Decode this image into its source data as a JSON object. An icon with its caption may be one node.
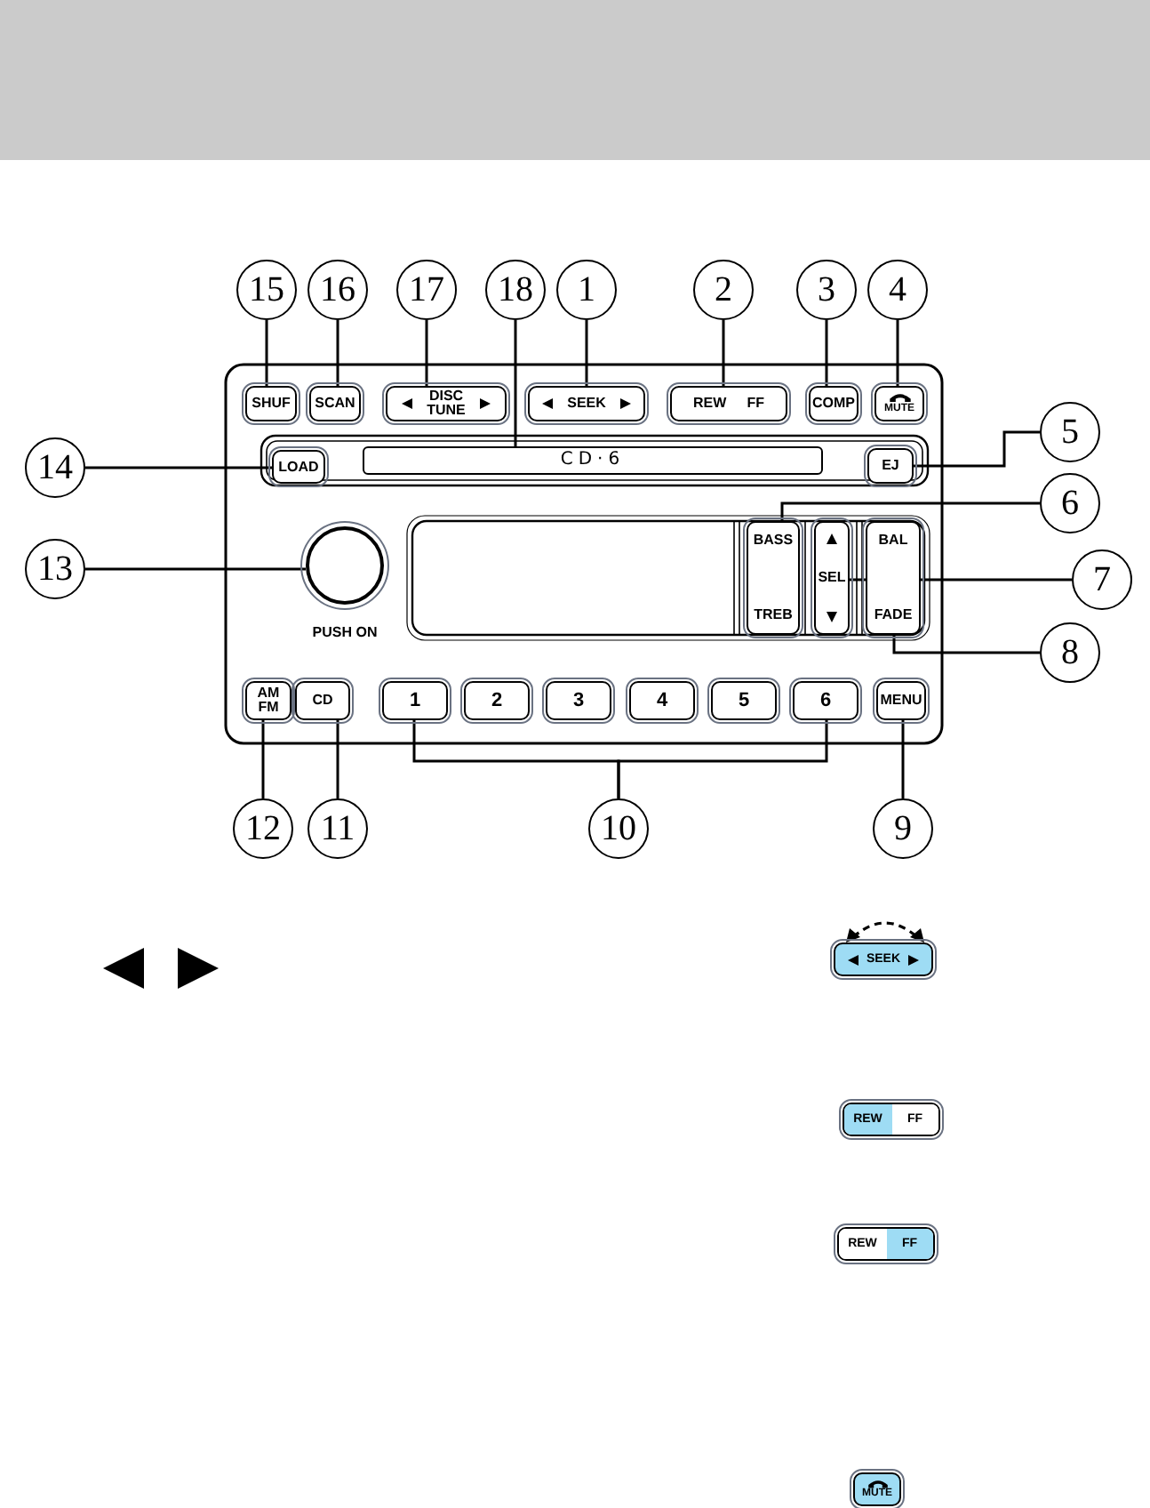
{
  "diagram": {
    "nodes": [
      {
        "text": [
          "15"
        ]
      },
      {
        "text": [
          "16"
        ]
      },
      {
        "text": [
          "17"
        ]
      },
      {
        "text": [
          "18"
        ]
      },
      {
        "text": [
          "1"
        ]
      },
      {
        "text": [
          "2"
        ]
      },
      {
        "text": [
          "3"
        ]
      },
      {
        "text": [
          "4"
        ]
      },
      {
        "text": [
          "14"
        ]
      },
      {
        "text": [
          "5"
        ]
      },
      {
        "text": [
          "6"
        ]
      },
      {
        "text": [
          "13"
        ]
      },
      {
        "text": [
          "7"
        ]
      },
      {
        "text": [
          "8"
        ]
      },
      {
        "text": [
          "12"
        ]
      },
      {
        "text": [
          "11"
        ]
      },
      {
        "text": [
          "10"
        ]
      },
      {
        "text": [
          "9"
        ]
      },
      {
        "text": [
          "SHUF"
        ]
      },
      {
        "text": [
          "SCAN"
        ]
      },
      {
        "text": [
          "DISC TUNE"
        ]
      },
      {
        "text": [
          "SEEK"
        ]
      },
      {
        "text": [
          "REW",
          "FF"
        ]
      },
      {
        "text": [
          "COMP"
        ]
      },
      {
        "text": [
          "MUTE"
        ]
      },
      {
        "text": [
          "LOAD"
        ]
      },
      {
        "text": [
          "CD·6"
        ]
      },
      {
        "text": [
          "EJ"
        ]
      },
      {
        "text": [],
        "shape": "circle",
        "beside": [
          "PUSH ON"
        ]
      },
      {
        "text": [
          "BASS",
          "TREB"
        ]
      },
      {
        "text": [
          "SEL"
        ]
      },
      {
        "text": [
          "BAL",
          "FADE"
        ]
      },
      {
        "text": [
          "AM FM"
        ]
      },
      {
        "text": [
          "CD"
        ]
      },
      {
        "text": [
          "1"
        ]
      },
      {
        "text": [
          "2"
        ]
      },
      {
        "text": [
          "3"
        ]
      },
      {
        "text": [
          "4"
        ]
      },
      {
        "text": [
          "5"
        ]
      },
      {
        "text": [
          "6"
        ]
      },
      {
        "text": [
          "MENU"
        ]
      }
    ],
    "edges": [
      {
        "from": 0,
        "to": 18,
        "arrow": "none"
      },
      {
        "from": 1,
        "to": 19,
        "arrow": "none"
      },
      {
        "from": 2,
        "to": 20,
        "arrow": "none"
      },
      {
        "from": 3,
        "to": 26,
        "arrow": "none"
      },
      {
        "from": 4,
        "to": 21,
        "arrow": "none"
      },
      {
        "from": 5,
        "to": 22,
        "arrow": "none"
      },
      {
        "from": 6,
        "to": 23,
        "arrow": "none"
      },
      {
        "from": 7,
        "to": 24,
        "arrow": "none"
      },
      {
        "from": 8,
        "to": 25,
        "arrow": "none"
      },
      {
        "from": 9,
        "to": 27,
        "arrow": "none"
      },
      {
        "from": 10,
        "to": 29,
        "arrow": "none"
      },
      {
        "from": 11,
        "to": 28,
        "arrow": "none"
      },
      {
        "from": 12,
        "to": 30,
        "arrow": "none"
      },
      {
        "from": 13,
        "to": 31,
        "arrow": "none"
      },
      {
        "from": 14,
        "to": 32,
        "arrow": "none"
      },
      {
        "from": 15,
        "to": 33,
        "arrow": "none"
      },
      {
        "from": 16,
        "to": 34,
        "arrow": "none"
      },
      {
        "from": 16,
        "to": 39,
        "arrow": "none"
      },
      {
        "from": 17,
        "to": 40,
        "arrow": "none"
      }
    ],
    "labels": [
      "SEEK",
      "REW",
      "FF",
      "REW",
      "FF",
      "MUTE"
    ]
  }
}
